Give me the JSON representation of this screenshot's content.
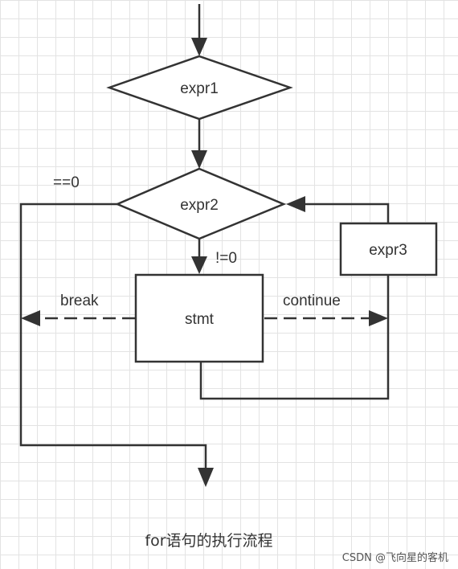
{
  "nodes": {
    "expr1": "expr1",
    "expr2": "expr2",
    "expr3": "expr3",
    "stmt": "stmt"
  },
  "edge_labels": {
    "false_branch": "==0",
    "true_branch": "!=0",
    "break": "break",
    "continue": "continue"
  },
  "caption": "for语句的执行流程",
  "watermark": "CSDN @飞向星的客机",
  "colors": {
    "stroke": "#333333",
    "grid": "#e3e3e3",
    "background": "#ffffff"
  }
}
